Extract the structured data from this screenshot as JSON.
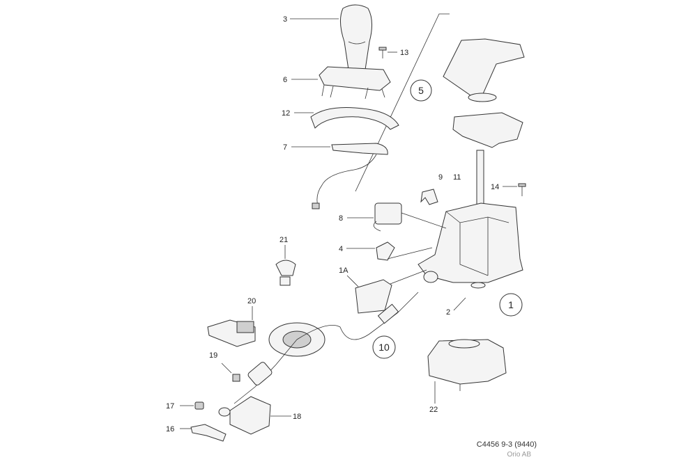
{
  "callouts": {
    "c3": "3",
    "c13": "13",
    "c6": "6",
    "c12": "12",
    "c7": "7",
    "c9": "9",
    "c11": "11",
    "c14": "14",
    "c8": "8",
    "c4": "4",
    "c1A": "1A",
    "c2": "2",
    "c21": "21",
    "c20": "20",
    "c19": "19",
    "c17": "17",
    "c16": "16",
    "c18": "18",
    "c22": "22"
  },
  "groups": {
    "g5": "5",
    "g1": "1",
    "g10": "10"
  },
  "footer": {
    "reference": "C4456 9-3 (9440)",
    "copyright": "Orio AB"
  }
}
